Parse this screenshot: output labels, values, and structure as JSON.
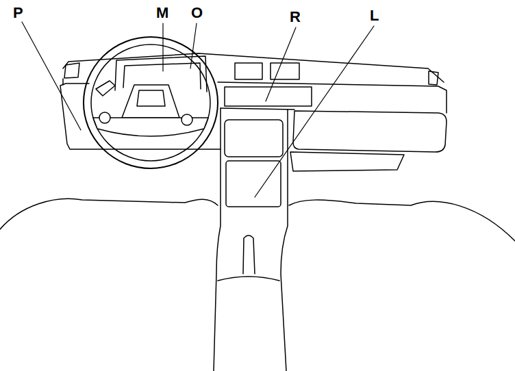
{
  "diagram": {
    "labels": [
      "P",
      "M",
      "O",
      "R",
      "L"
    ]
  }
}
